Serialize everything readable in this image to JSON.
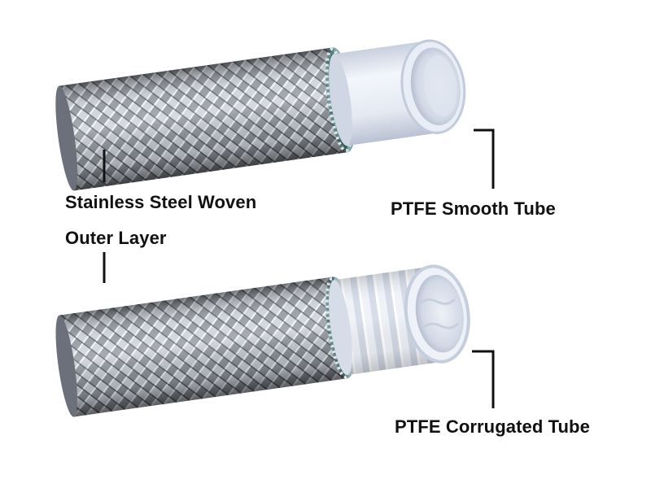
{
  "labels": {
    "steel_line1": "Stainless Steel Woven",
    "steel_line2": "Outer Layer",
    "smooth_tube": "PTFE Smooth Tube",
    "corrugated_tube": "PTFE Corrugated Tube"
  },
  "colors": {
    "background": "#ffffff",
    "braid_dark": "#5a5f68",
    "braid_light": "#e6e9ee",
    "ptfe": "#dde4f0",
    "ptfe_inner": "#bcc6d8",
    "leader_line": "#111111",
    "text": "#111111"
  }
}
